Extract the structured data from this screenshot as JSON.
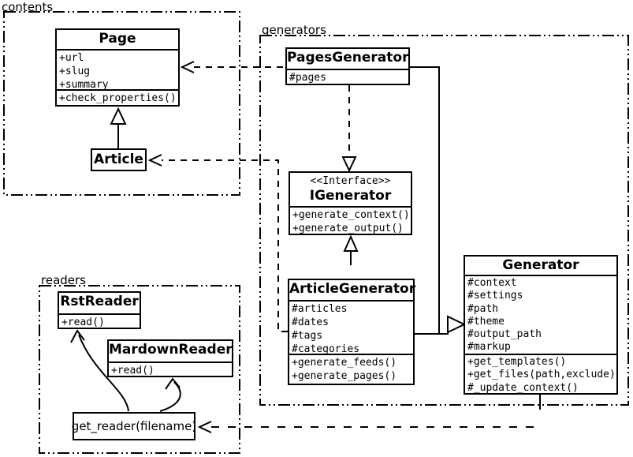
{
  "diagram_type": "uml-class-diagram",
  "colors": {
    "line": "#000000",
    "background": "#ffffff",
    "box_fill": "#ffffff"
  },
  "packages": {
    "contents": {
      "label": "contents"
    },
    "generators": {
      "label": "generators"
    },
    "readers": {
      "label": "readers"
    }
  },
  "classes": {
    "page": {
      "title": "Page",
      "attributes": [
        "+url",
        "+slug",
        "+summary"
      ],
      "methods": [
        "+check_properties()"
      ]
    },
    "article": {
      "title": "Article"
    },
    "pages_generator": {
      "title": "PagesGenerator",
      "attributes": [
        "#pages"
      ]
    },
    "igenerator": {
      "stereotype": "<<Interface>>",
      "title": "IGenerator",
      "methods": [
        "+generate_context()",
        "+generate_output()"
      ]
    },
    "article_generator": {
      "title": "ArticleGenerator",
      "attributes": [
        "#articles",
        "#dates",
        "#tags",
        "#categories"
      ],
      "methods": [
        "+generate_feeds()",
        "+generate_pages()"
      ]
    },
    "generator": {
      "title": "Generator",
      "attributes": [
        "#context",
        "#settings",
        "#path",
        "#theme",
        "#output_path",
        "#markup"
      ],
      "methods": [
        "+get_templates()",
        "+get_files(path,exclude)",
        "#_update_context()"
      ]
    },
    "rst_reader": {
      "title": "RstReader",
      "methods": [
        "+read()"
      ]
    },
    "mardown_reader": {
      "title": "MardownReader",
      "methods": [
        "+read()"
      ]
    },
    "get_reader": {
      "label": "get_reader(filename)"
    }
  },
  "relationships": [
    {
      "type": "generalization",
      "from": "Article",
      "to": "Page"
    },
    {
      "type": "dependency",
      "from": "PagesGenerator",
      "to": "Page"
    },
    {
      "type": "realization",
      "from": "PagesGenerator",
      "to": "IGenerator"
    },
    {
      "type": "generalization",
      "from": "ArticleGenerator",
      "to": "IGenerator"
    },
    {
      "type": "generalization",
      "from": "PagesGenerator",
      "to": "Generator"
    },
    {
      "type": "generalization",
      "from": "ArticleGenerator",
      "to": "Generator"
    },
    {
      "type": "dependency",
      "from": "ArticleGenerator",
      "to": "Article"
    },
    {
      "type": "dependency",
      "from": "Generator",
      "to": "get_reader(filename)"
    },
    {
      "type": "association",
      "from": "get_reader(filename)",
      "to": "RstReader"
    },
    {
      "type": "association",
      "from": "get_reader(filename)",
      "to": "MardownReader"
    }
  ]
}
